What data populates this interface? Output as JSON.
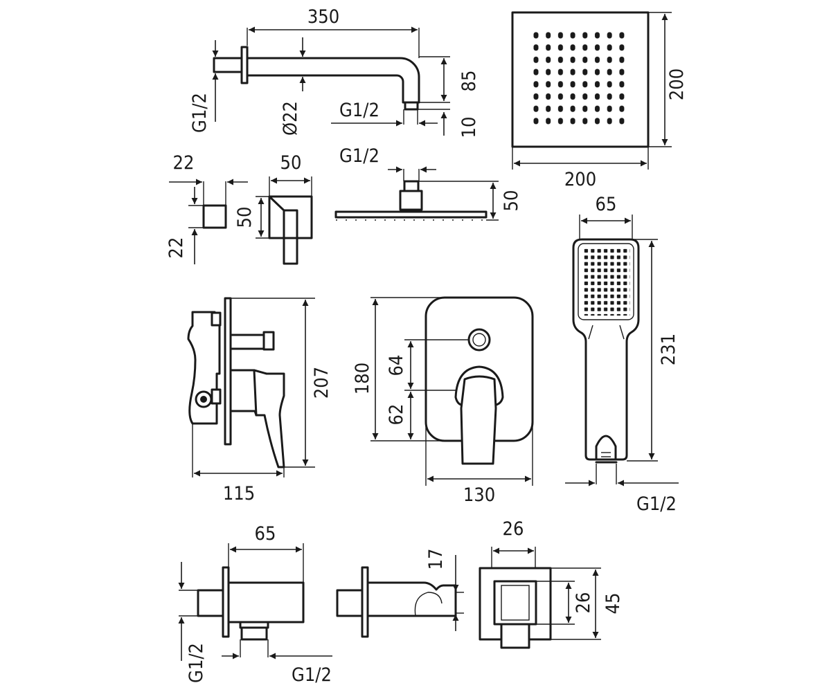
{
  "labels": {
    "arm_length": "350",
    "arm_thread": "G1/2",
    "arm_diameter": "Ø22",
    "arm_outlet_thread": "G1/2",
    "arm_drop": "85",
    "arm_outlet_height": "10",
    "head_height": "200",
    "head_width": "200",
    "flange_width": "22",
    "flange_height": "22",
    "handle_width": "50",
    "handle_height": "50",
    "rain_thread": "G1/2",
    "rain_height": "50",
    "hand_width": "65",
    "hand_length": "231",
    "hand_thread": "G1/2",
    "mixer_height": "207",
    "mixer_depth": "115",
    "plate_height": "180",
    "knob_offset": "64",
    "lever_offset": "62",
    "plate_width": "130",
    "elbow_width": "65",
    "elbow_in_thread": "G1/2",
    "elbow_out_thread": "G1/2",
    "holder_height": "17",
    "holder_front_width": "26",
    "holder_inner": "26",
    "holder_plate": "45"
  }
}
